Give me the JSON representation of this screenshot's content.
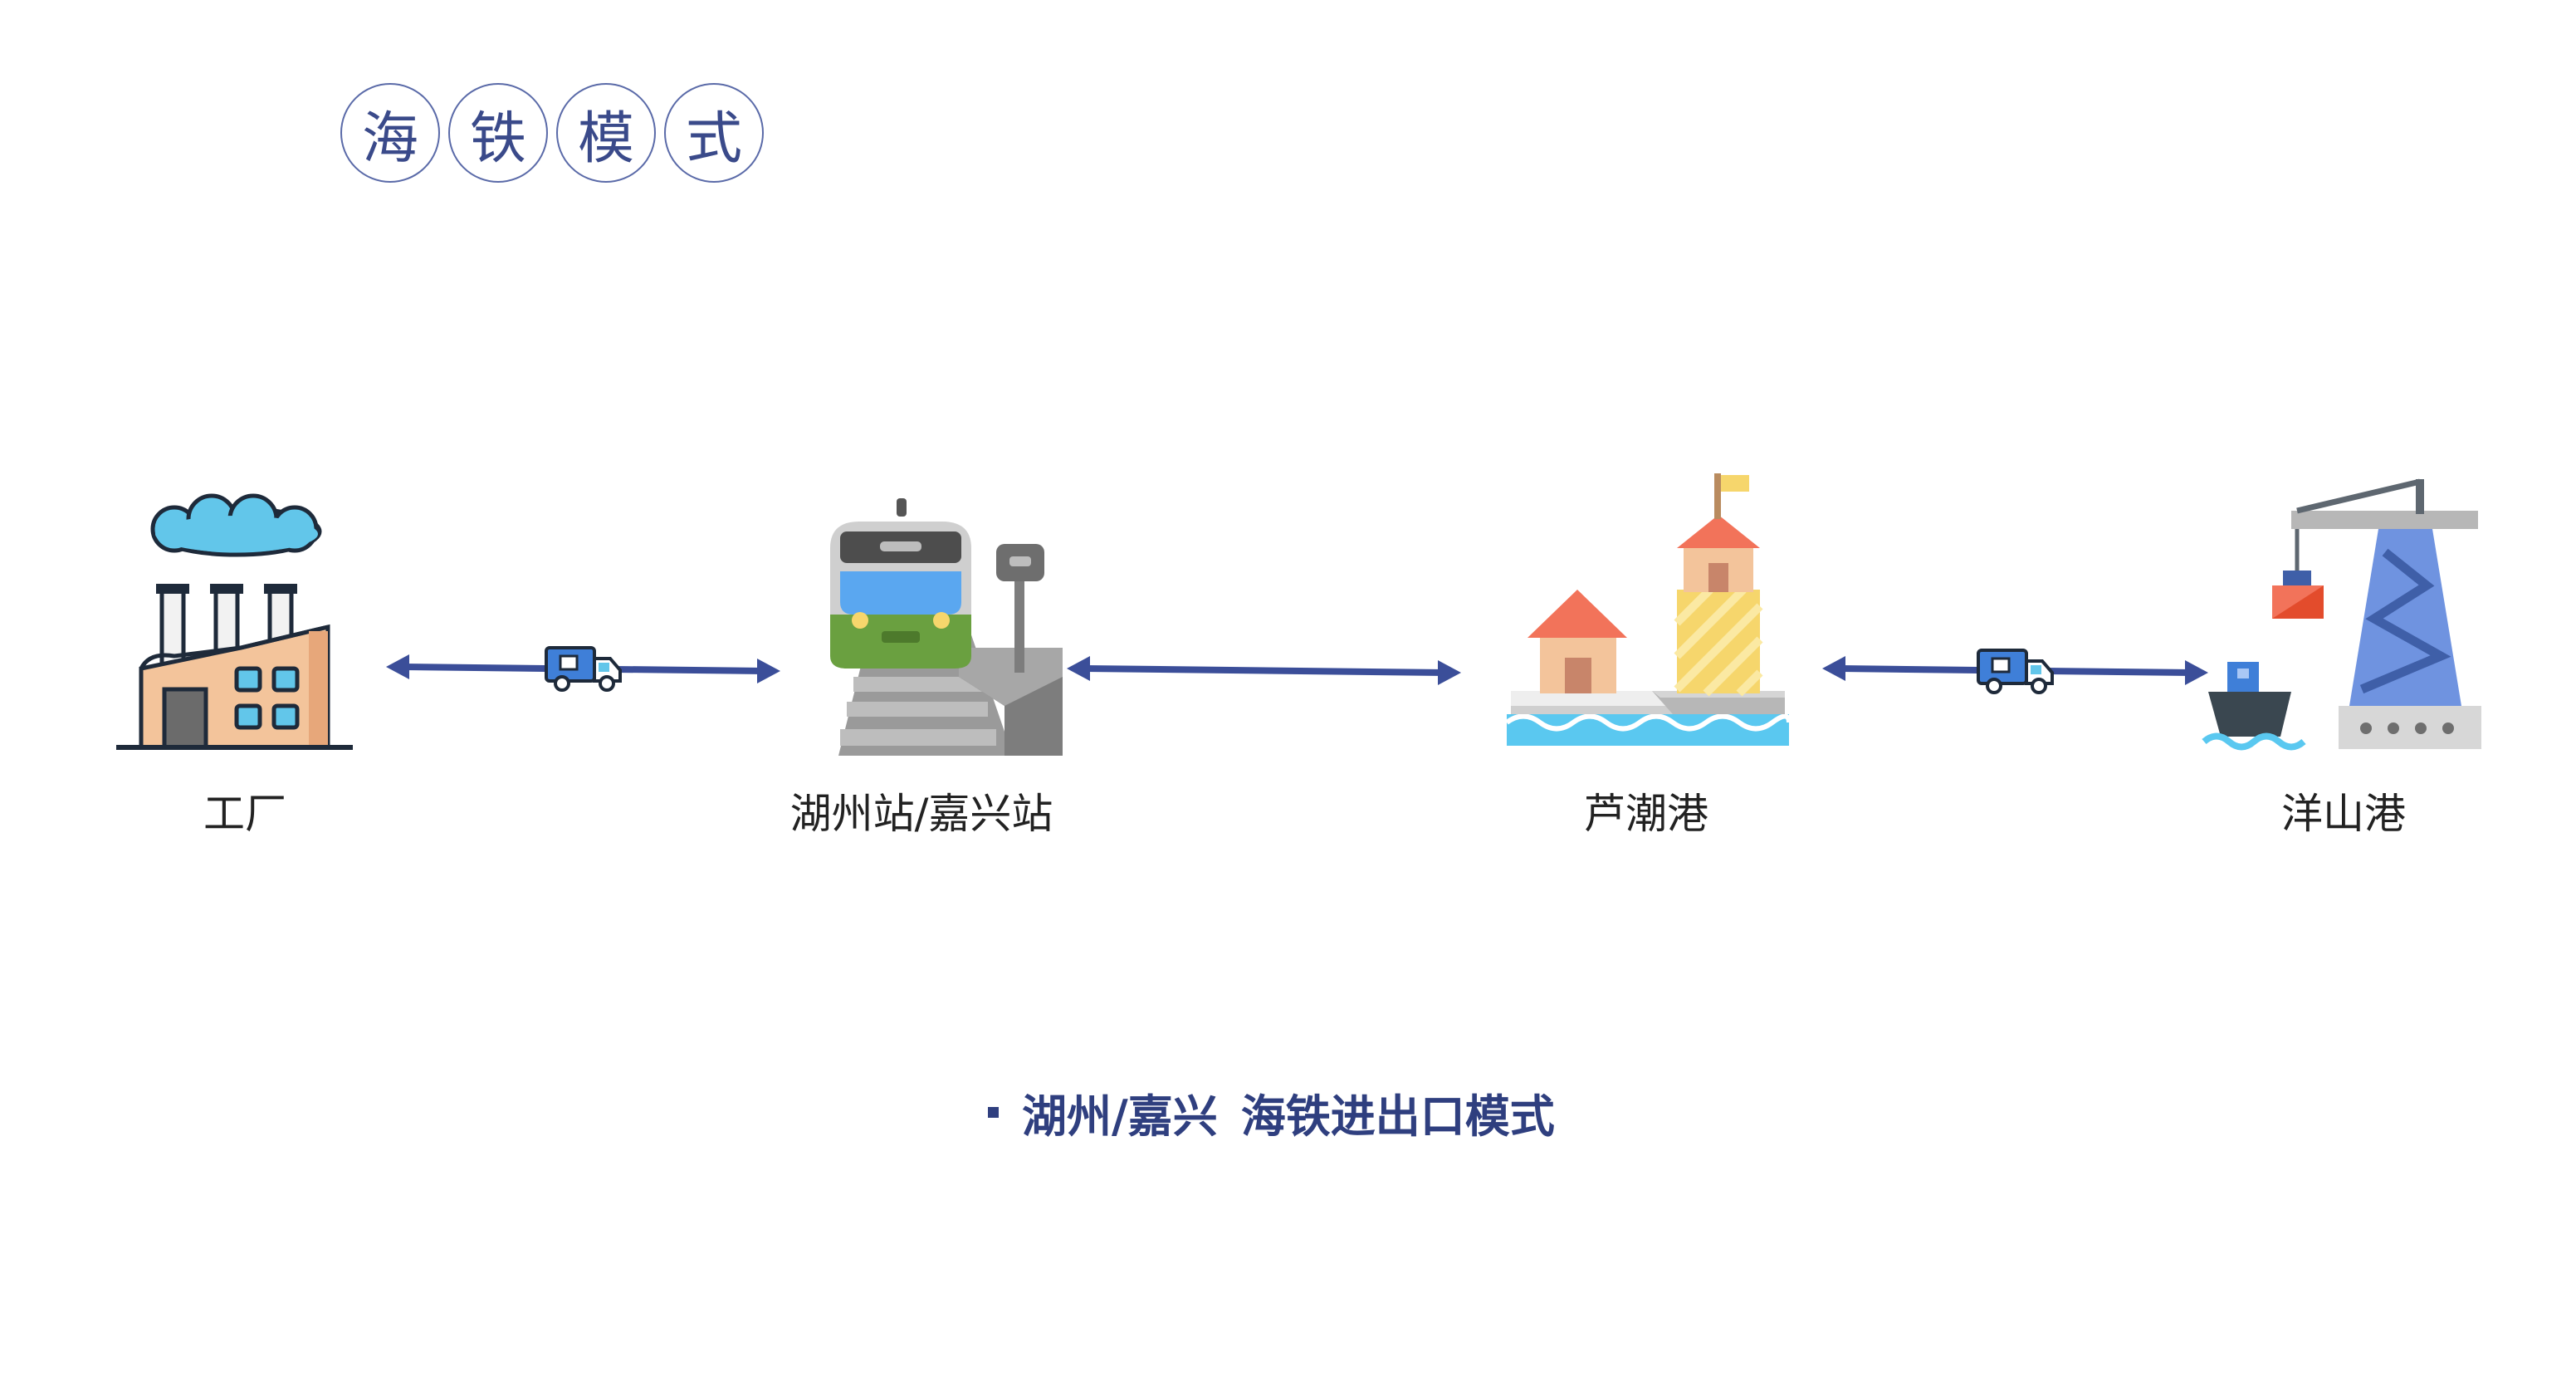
{
  "title": {
    "chars": [
      "海",
      "铁",
      "模",
      "式"
    ]
  },
  "nodes": [
    {
      "id": "factory",
      "label": "工厂"
    },
    {
      "id": "rail-station",
      "label": "湖州站/嘉兴站"
    },
    {
      "id": "luchao-port",
      "label": "芦潮港"
    },
    {
      "id": "yangshan-port",
      "label": "洋山港"
    }
  ],
  "edges": [
    {
      "from": "factory",
      "to": "rail-station",
      "transport": "truck-icon"
    },
    {
      "from": "rail-station",
      "to": "luchao-port",
      "transport": "none"
    },
    {
      "from": "luchao-port",
      "to": "yangshan-port",
      "transport": "truck-icon"
    }
  ],
  "caption": {
    "region": "湖州/嘉兴",
    "text": "海铁进出口模式"
  },
  "colors": {
    "accent": "#3a4a8a",
    "arrow": "#3b4e99",
    "text": "#222222"
  }
}
